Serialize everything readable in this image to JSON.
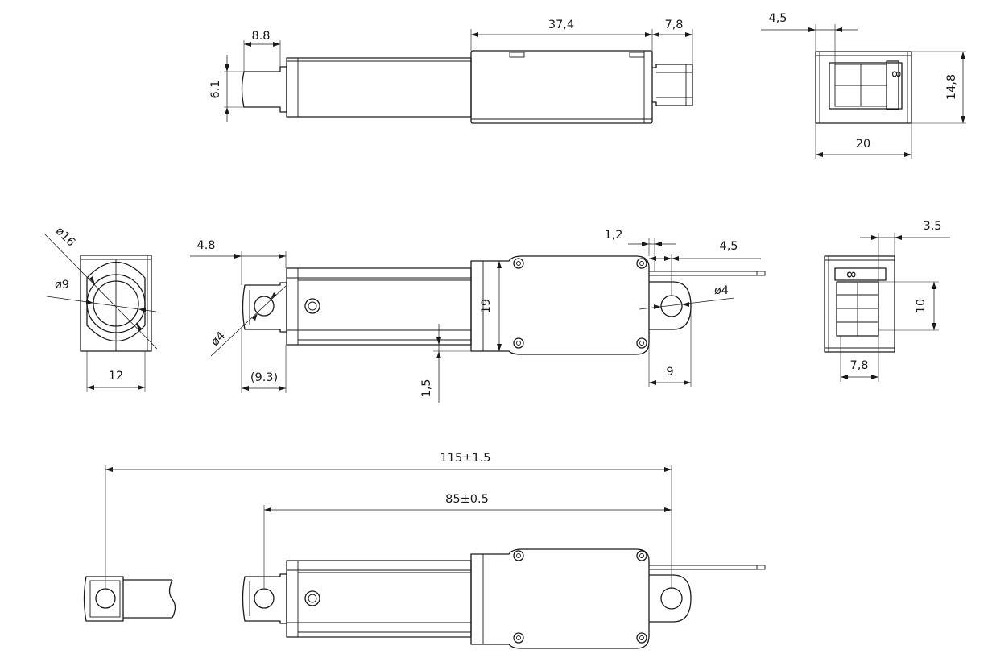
{
  "dimensions": {
    "top_stroke_dia": "6.1",
    "top_rod_end": "8.8",
    "top_body_length": "37,4",
    "top_connector": "7,8",
    "end_offset": "4,5",
    "end_height": "14,8",
    "end_width": "20",
    "left_dia_16": "ø16",
    "left_dia_9": "ø9",
    "left_width": "12",
    "rod_end_width": "4.8",
    "rod_end_hole": "ø4",
    "rod_end_center": "(9.3)",
    "tube_offset": "1,5",
    "body_height": "19",
    "clevis_offset": "1,2",
    "clevis_hole_offset": "4,5",
    "clevis_hole": "ø4",
    "clevis_length": "9",
    "right_offset": "3,5",
    "right_height": "10",
    "right_width": "7,8",
    "total_extended": "115±1.5",
    "total_retracted": "85±0.5"
  },
  "colors": {
    "line": "#1a1a1a",
    "background": "#ffffff"
  }
}
